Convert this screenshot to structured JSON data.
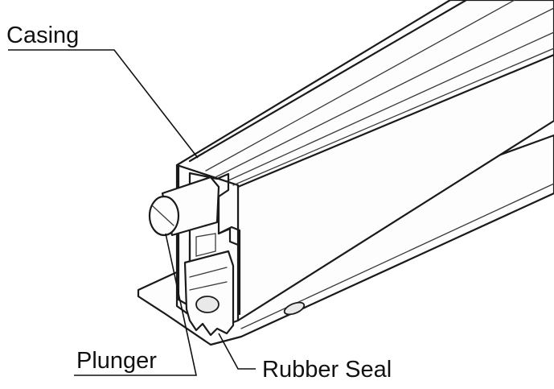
{
  "labels": {
    "casing": "Casing",
    "plunger": "Plunger",
    "rubber_seal": "Rubber Seal"
  }
}
